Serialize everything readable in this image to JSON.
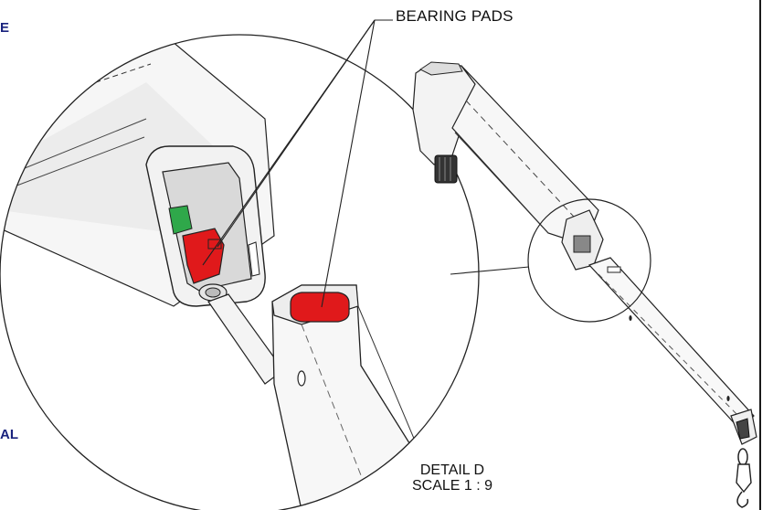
{
  "callouts": {
    "bearing_pads": "BEARING PADS"
  },
  "detail": {
    "name": "DETAIL D",
    "scale": "SCALE 1 : 9"
  },
  "edge_text": {
    "top": "E",
    "bottom": "AL"
  },
  "colors": {
    "pad_red": "#e0191b",
    "pad_green": "#2fa84a",
    "line": "#1a1a1a",
    "edge_text": "#1a237e"
  }
}
